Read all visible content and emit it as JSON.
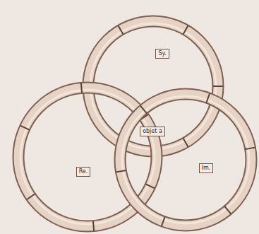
{
  "diagram": {
    "nodes": [
      {
        "text": [
          "Sy."
        ]
      },
      {
        "text": [
          "Re."
        ]
      },
      {
        "text": [
          "Im."
        ]
      }
    ],
    "labels": [
      "objet a"
    ]
  }
}
